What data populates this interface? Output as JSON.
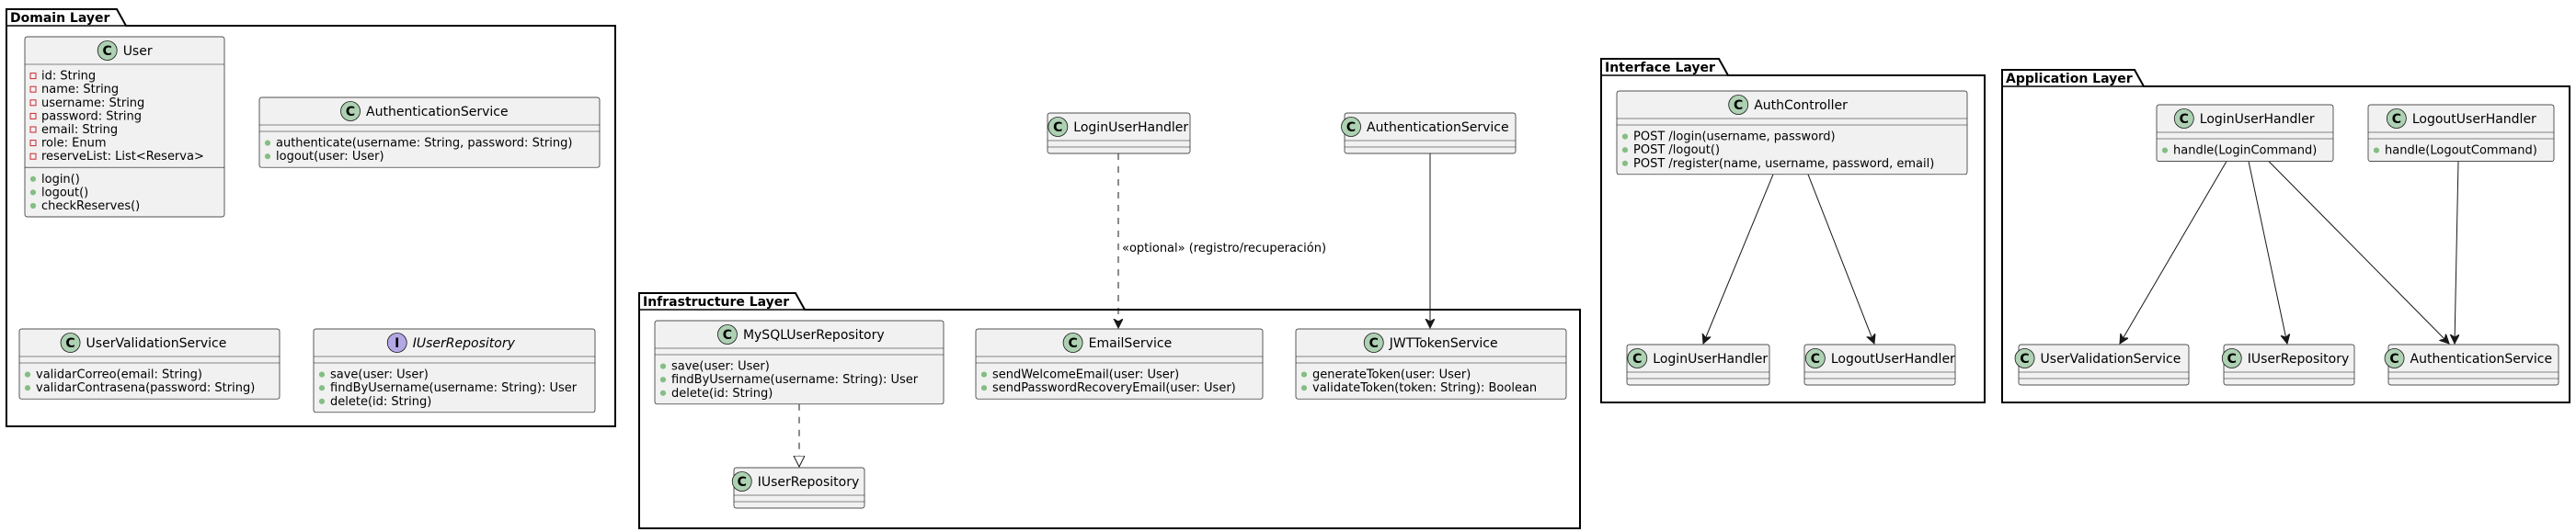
{
  "diagram": {
    "colors": {
      "class_fill": "#f1f1f1",
      "class_border": "#181818",
      "class_stereo_fill": "#add1b2",
      "interface_stereo_fill": "#b4a7e5",
      "package_border": "#000000",
      "edge": "#181818",
      "visibility_marker": "#84be84"
    },
    "packages": [
      {
        "id": "domain",
        "title": "Domain Layer"
      },
      {
        "id": "infra",
        "title": "Infrastructure Layer"
      },
      {
        "id": "iface",
        "title": "Interface Layer"
      },
      {
        "id": "app",
        "title": "Application Layer"
      }
    ],
    "classes": [
      {
        "id": "user",
        "kind": "class",
        "name": "User",
        "attributes": [
          "id: String",
          "name: String",
          "username: String",
          "password: String",
          "email: String",
          "role: Enum",
          "reserveList: List<Reserva>"
        ],
        "methods": [
          "login()",
          "logout()",
          "checkReserves()"
        ]
      },
      {
        "id": "dom_authsvc",
        "kind": "class",
        "name": "AuthenticationService",
        "attributes": [],
        "methods": [
          "authenticate(username: String, password: String)",
          "logout(user: User)"
        ]
      },
      {
        "id": "dom_uservalid",
        "kind": "class",
        "name": "UserValidationService",
        "attributes": [],
        "methods": [
          "validarCorreo(email: String)",
          "validarContrasena(password: String)"
        ]
      },
      {
        "id": "dom_iuserrepo",
        "kind": "interface",
        "name": "IUserRepository",
        "attributes": [],
        "methods": [
          "save(user: User)",
          "findByUsername(username: String): User",
          "delete(id: String)"
        ]
      },
      {
        "id": "free_loginhandler",
        "kind": "class",
        "name": "LoginUserHandler",
        "attributes": [],
        "methods": []
      },
      {
        "id": "free_authsvc",
        "kind": "class",
        "name": "AuthenticationService",
        "attributes": [],
        "methods": []
      },
      {
        "id": "mysqlrepo",
        "kind": "class",
        "name": "MySQLUserRepository",
        "attributes": [],
        "methods": [
          "save(user: User)",
          "findByUsername(username: String): User",
          "delete(id: String)"
        ]
      },
      {
        "id": "emailsvc",
        "kind": "class",
        "name": "EmailService",
        "attributes": [],
        "methods": [
          "sendWelcomeEmail(user: User)",
          "sendPasswordRecoveryEmail(user: User)"
        ]
      },
      {
        "id": "jwtsvc",
        "kind": "class",
        "name": "JWTTokenService",
        "attributes": [],
        "methods": [
          "generateToken(user: User)",
          "validateToken(token: String): Boolean"
        ]
      },
      {
        "id": "infra_iuserrepo",
        "kind": "class",
        "name": "IUserRepository",
        "attributes": [],
        "methods": []
      },
      {
        "id": "authcontroller",
        "kind": "class",
        "name": "AuthController",
        "attributes": [],
        "methods": [
          "POST /login(username, password)",
          "POST /logout()",
          "POST /register(name, username, password, email)"
        ]
      },
      {
        "id": "if_loginhandler",
        "kind": "class",
        "name": "LoginUserHandler",
        "attributes": [],
        "methods": []
      },
      {
        "id": "if_logouthandler",
        "kind": "class",
        "name": "LogoutUserHandler",
        "attributes": [],
        "methods": []
      },
      {
        "id": "app_loginhandler",
        "kind": "class",
        "name": "LoginUserHandler",
        "attributes": [],
        "methods": [
          "handle(LoginCommand)"
        ]
      },
      {
        "id": "app_logouthandler",
        "kind": "class",
        "name": "LogoutUserHandler",
        "attributes": [],
        "methods": [
          "handle(LogoutCommand)"
        ]
      },
      {
        "id": "app_uservalid",
        "kind": "class",
        "name": "UserValidationService",
        "attributes": [],
        "methods": []
      },
      {
        "id": "app_iuserrepo",
        "kind": "class",
        "name": "IUserRepository",
        "attributes": [],
        "methods": []
      },
      {
        "id": "app_authsvc",
        "kind": "class",
        "name": "AuthenticationService",
        "attributes": [],
        "methods": []
      }
    ],
    "edges": [
      {
        "from": "free_loginhandler",
        "to": "emailsvc",
        "style": "dashed",
        "arrow": "open",
        "label": "«optional» (registro/recuperación)"
      },
      {
        "from": "free_authsvc",
        "to": "jwtsvc",
        "style": "solid",
        "arrow": "open",
        "label": ""
      },
      {
        "from": "mysqlrepo",
        "to": "infra_iuserrepo",
        "style": "dashed",
        "arrow": "hollow-triangle",
        "label": ""
      },
      {
        "from": "authcontroller",
        "to": "if_loginhandler",
        "style": "solid",
        "arrow": "open",
        "label": ""
      },
      {
        "from": "authcontroller",
        "to": "if_logouthandler",
        "style": "solid",
        "arrow": "open",
        "label": ""
      },
      {
        "from": "app_loginhandler",
        "to": "app_uservalid",
        "style": "solid",
        "arrow": "open",
        "label": ""
      },
      {
        "from": "app_loginhandler",
        "to": "app_iuserrepo",
        "style": "solid",
        "arrow": "open",
        "label": ""
      },
      {
        "from": "app_loginhandler",
        "to": "app_authsvc",
        "style": "solid",
        "arrow": "open",
        "label": ""
      },
      {
        "from": "app_logouthandler",
        "to": "app_authsvc",
        "style": "solid",
        "arrow": "open",
        "label": ""
      }
    ]
  }
}
